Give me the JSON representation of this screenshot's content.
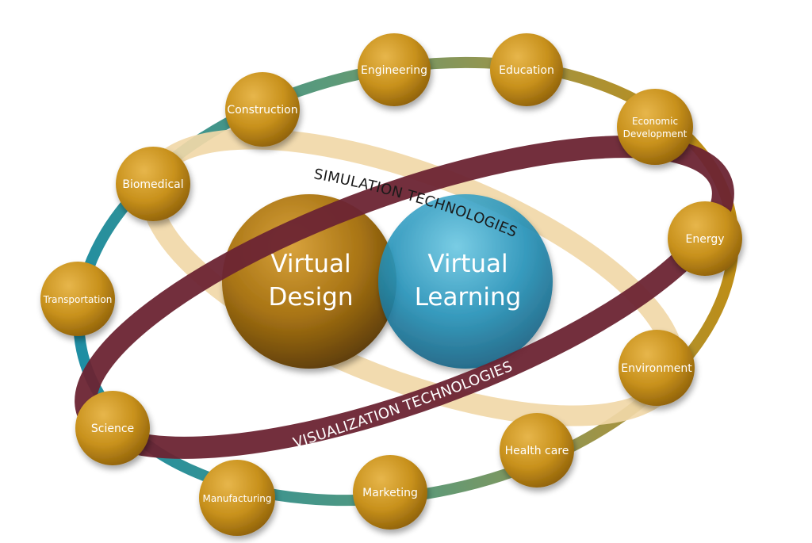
{
  "colors": {
    "outer_ring_teal": "#1f8ea3",
    "outer_ring_olive": "#a19445",
    "outer_ring_gold": "#c08d12",
    "simulation_ring": "#f1d8a8",
    "visualization_ring": "#6b2433",
    "node_gold": "#c8911c",
    "virtual_design": "#9a6a10",
    "virtual_learning": "#1f8fb4",
    "node_text": "#ffffff"
  },
  "center": {
    "virtual_design": {
      "line1": "Virtual",
      "line2": "Design"
    },
    "virtual_learning": {
      "line1": "Virtual",
      "line2": "Learning"
    }
  },
  "rings": {
    "simulation": "SIMULATION TECHNOLOGIES",
    "visualization": "VISUALIZATION TECHNOLOGIES"
  },
  "nodes": [
    {
      "id": "engineering",
      "lines": [
        "Engineering"
      ]
    },
    {
      "id": "education",
      "lines": [
        "Education"
      ]
    },
    {
      "id": "economic-development",
      "lines": [
        "Economic",
        "Development"
      ]
    },
    {
      "id": "energy",
      "lines": [
        "Energy"
      ]
    },
    {
      "id": "environment",
      "lines": [
        "Environment"
      ]
    },
    {
      "id": "health-care",
      "lines": [
        "Health care"
      ]
    },
    {
      "id": "marketing",
      "lines": [
        "Marketing"
      ]
    },
    {
      "id": "manufacturing",
      "lines": [
        "Manufacturing"
      ]
    },
    {
      "id": "science",
      "lines": [
        "Science"
      ]
    },
    {
      "id": "transportation",
      "lines": [
        "Transportation"
      ]
    },
    {
      "id": "biomedical",
      "lines": [
        "Biomedical"
      ]
    },
    {
      "id": "construction",
      "lines": [
        "Construction"
      ]
    }
  ]
}
